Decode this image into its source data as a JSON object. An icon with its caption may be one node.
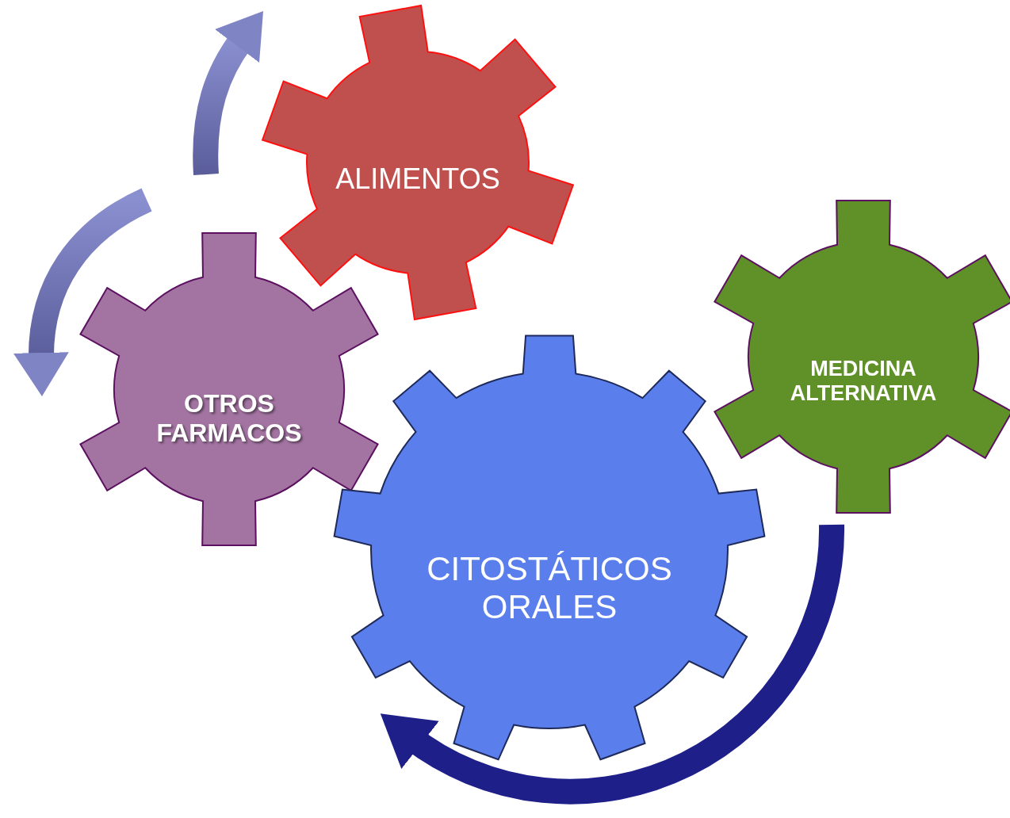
{
  "diagram": {
    "nodes": [
      {
        "text": [
          "ALIMENTOS"
        ]
      },
      {
        "text": [
          "OTROS FARMACOS"
        ]
      },
      {
        "text": [
          "MEDICINA ALTERNATIVA"
        ]
      },
      {
        "text": [
          "CITOSTÁTICOS ORALES"
        ]
      }
    ],
    "edges": [
      {
        "from": 2,
        "to": 3,
        "arrow": "to"
      }
    ]
  }
}
